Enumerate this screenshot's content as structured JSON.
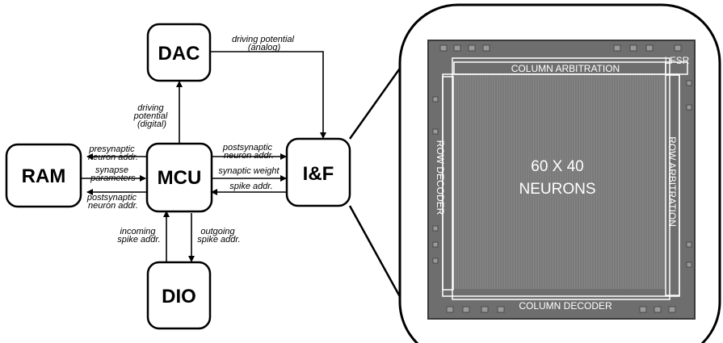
{
  "blocks": {
    "dac": "DAC",
    "ram": "RAM",
    "mcu": "MCU",
    "iaf": "I&F",
    "dio": "DIO"
  },
  "signals": {
    "driving_potential_analog": [
      "driving potential",
      "(analog)"
    ],
    "driving_potential_digital": [
      "driving",
      "potential",
      "(digital)"
    ],
    "presynaptic_neuron_addr": [
      "presynaptic",
      "neuron addr."
    ],
    "synapse_parameters": [
      "synapse",
      "parameters"
    ],
    "postsynaptic_neuron_addr_ram": [
      "postsynaptic",
      "neuron addr."
    ],
    "postsynaptic_neuron_addr_iaf": [
      "postsynaptic",
      "neuron addr."
    ],
    "synaptic_weight": "synaptic weight",
    "spike_addr": "spike addr.",
    "incoming_spike_addr": [
      "incoming",
      "spike addr."
    ],
    "outgoing_spike_addr": [
      "outgoing",
      "spike addr."
    ]
  },
  "chip": {
    "column_arbitration": "COLUMN ARBITRATION",
    "lfsr": "LFSR",
    "row_decoder": "ROW DECODER",
    "row_arbitration": "ROW ARBITRATION",
    "neurons_count": "60 X 40",
    "neurons": "NEURONS",
    "column_decoder": "COLUMN DECODER"
  },
  "colors": {
    "die_background": "#6e6e6e",
    "die_border": "#3a3a3a",
    "array_fill": "#7c7c7c",
    "region_outline": "#ffffff",
    "line": "#000000"
  }
}
